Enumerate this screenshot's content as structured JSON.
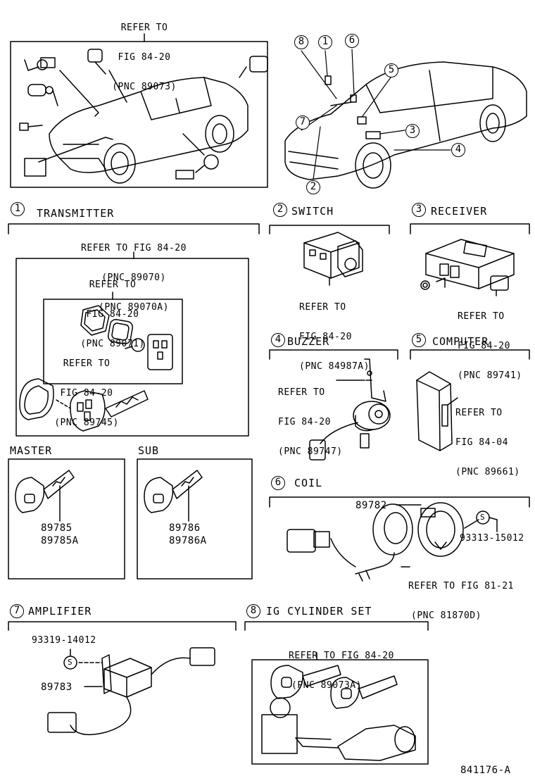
{
  "overview_refer": {
    "l1": "REFER TO",
    "l2": "FIG 84-20",
    "l3": "(PNC 89073)"
  },
  "callouts": [
    "1",
    "2",
    "3",
    "4",
    "5",
    "6",
    "7",
    "8"
  ],
  "sections": {
    "transmitter": {
      "num": "1",
      "title": "TRANSMITTER",
      "refer_a": {
        "l1": "REFER TO FIG 84-20",
        "l2": "(PNC 89070)",
        "l3": "(PNC 89070A)"
      },
      "refer_b": {
        "l1": "REFER TO",
        "l2": "FIG 84-20",
        "l3": "(PNC 89071)"
      },
      "refer_c": {
        "l1": "REFER TO",
        "l2": "FIG 84-20",
        "l3": "(PNC 89745)"
      }
    },
    "switch": {
      "num": "2",
      "title": "SWITCH",
      "refer": {
        "l1": "REFER TO",
        "l2": "FIG 84-20",
        "l3": "(PNC 84987A)"
      }
    },
    "receiver": {
      "num": "3",
      "title": "RECEIVER",
      "refer": {
        "l1": "REFER TO",
        "l2": "FIG 84-20",
        "l3": "(PNC 89741)"
      }
    },
    "buzzer": {
      "num": "4",
      "title": "BUZZER",
      "refer": {
        "l1": "REFER TO",
        "l2": "FIG 84-20",
        "l3": "(PNC 89747)"
      }
    },
    "computer": {
      "num": "5",
      "title": "COMPUTER",
      "refer": {
        "l1": "REFER TO",
        "l2": "FIG 84-04",
        "l3": "(PNC 89661)"
      }
    },
    "master": {
      "title": "MASTER",
      "p1": "89785",
      "p2": "89785A"
    },
    "sub": {
      "title": "SUB",
      "p1": "89786",
      "p2": "89786A"
    },
    "coil": {
      "num": "6",
      "title": "COIL",
      "part": "89782",
      "screw_mark": "S",
      "screw_part": "93313-15012",
      "refer": {
        "l1": "REFER TO FIG 81-21",
        "l2": "(PNC 81870D)"
      }
    },
    "amplifier": {
      "num": "7",
      "title": "AMPLIFIER",
      "screw_part": "93319-14012",
      "screw_mark": "S",
      "part": "89783"
    },
    "ig_cylinder": {
      "num": "8",
      "title": "IG CYLINDER SET",
      "refer": {
        "l1": "REFER TO FIG 84-20",
        "l2": "(PNC 89073A)"
      }
    }
  },
  "figure_id": "841176-A"
}
